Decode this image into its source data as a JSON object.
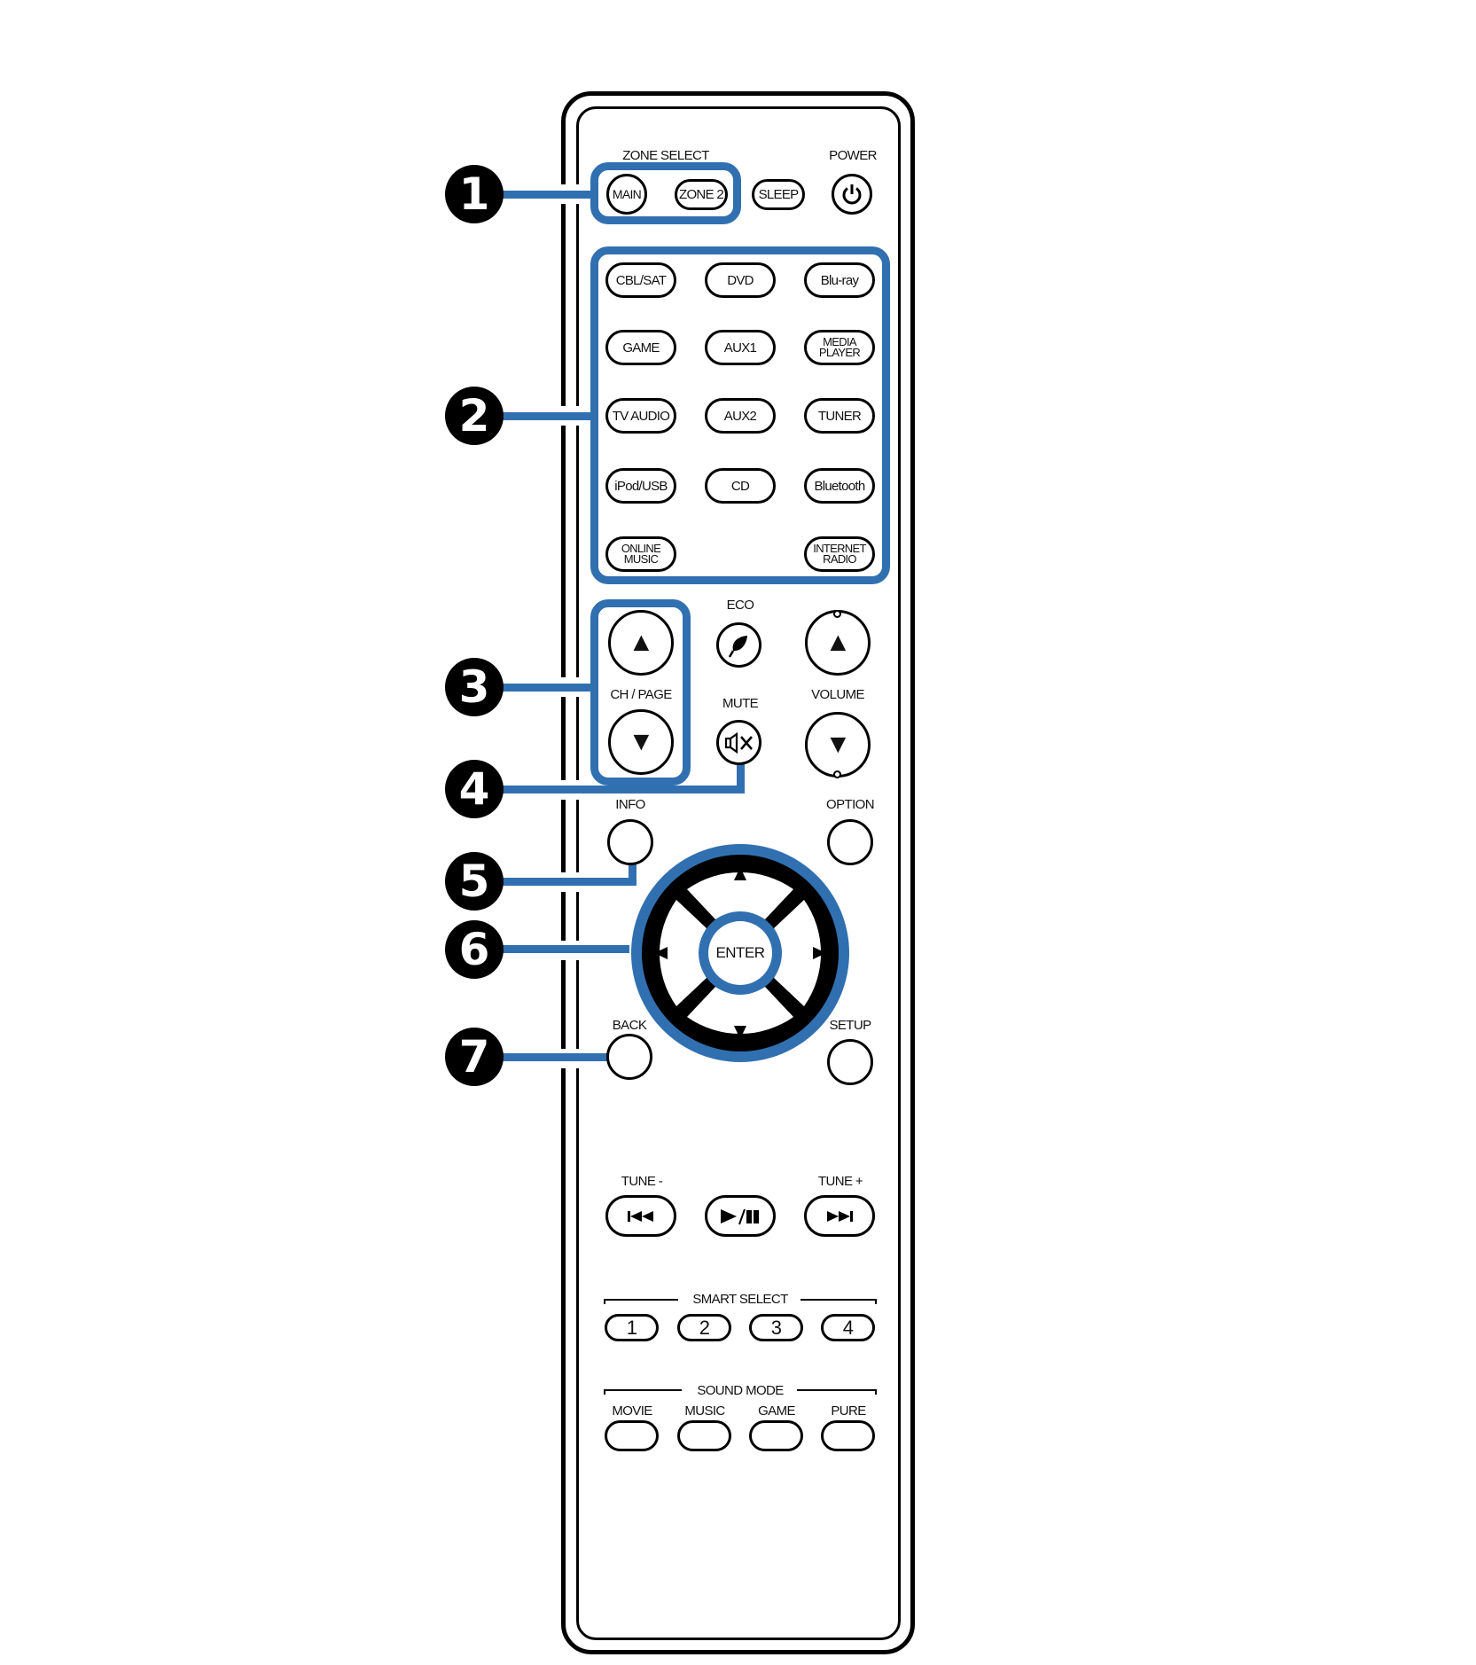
{
  "callouts": [
    "1",
    "2",
    "3",
    "4",
    "5",
    "6",
    "7"
  ],
  "zone_select": {
    "label": "ZONE SELECT",
    "main": "MAIN",
    "zone2": "ZONE 2"
  },
  "sleep": "SLEEP",
  "power": {
    "label": "POWER",
    "icon": "power-icon"
  },
  "sources": [
    [
      "CBL/SAT",
      "DVD",
      "Blu-ray"
    ],
    [
      "GAME",
      "AUX1",
      "MEDIA PLAYER"
    ],
    [
      "TV AUDIO",
      "AUX2",
      "TUNER"
    ],
    [
      "iPod/USB",
      "CD",
      "Bluetooth"
    ],
    [
      "ONLINE MUSIC",
      "",
      "INTERNET RADIO"
    ]
  ],
  "source_labels": {
    "r0c0": "CBL/SAT",
    "r0c1": "DVD",
    "r0c2": "Blu-ray",
    "r1c0": "GAME",
    "r1c1": "AUX1",
    "r1c2_l1": "MEDIA",
    "r1c2_l2": "PLAYER",
    "r2c0": "TV AUDIO",
    "r2c1": "AUX2",
    "r2c2": "TUNER",
    "r3c0": "iPod/USB",
    "r3c1": "CD",
    "r3c2": "Bluetooth",
    "r4c0_l1": "ONLINE",
    "r4c0_l2": "MUSIC",
    "r4c2_l1": "INTERNET",
    "r4c2_l2": "RADIO"
  },
  "ch_page": {
    "label": "CH / PAGE",
    "up": "▲",
    "down": "▼"
  },
  "eco": {
    "label": "ECO",
    "icon": "leaf-icon"
  },
  "mute": {
    "label": "MUTE",
    "icon": "speaker-mute-icon"
  },
  "volume": {
    "label": "VOLUME",
    "up": "▲",
    "down": "▼"
  },
  "info": {
    "label": "INFO"
  },
  "option": {
    "label": "OPTION"
  },
  "dpad": {
    "enter": "ENTER",
    "up": "▲",
    "down": "▼",
    "left": "◀",
    "right": "▶"
  },
  "back": {
    "label": "BACK"
  },
  "setup": {
    "label": "SETUP"
  },
  "transport": {
    "tune_minus": "TUNE  -",
    "tune_plus": "TUNE +",
    "prev_icon": "skip-back-icon",
    "play_pause_icon": "play-pause-icon",
    "next_icon": "skip-forward-icon"
  },
  "smart_select": {
    "label": "SMART SELECT",
    "buttons": [
      "1",
      "2",
      "3",
      "4"
    ]
  },
  "sound_mode": {
    "label": "SOUND MODE",
    "modes": [
      "MOVIE",
      "MUSIC",
      "GAME",
      "PURE"
    ]
  },
  "colors": {
    "highlight_blue": "#3170b0",
    "outline": "#000000",
    "background": "#ffffff"
  }
}
